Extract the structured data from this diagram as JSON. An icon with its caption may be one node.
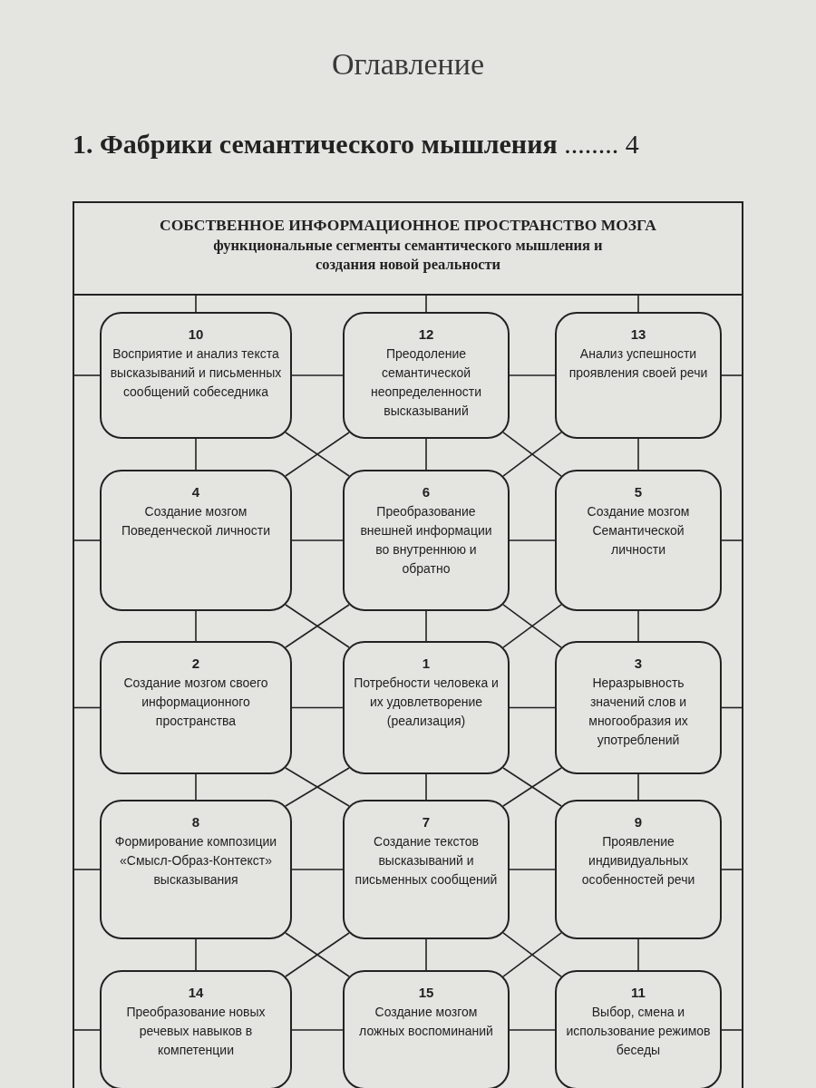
{
  "diagram": {
    "title": "Оглавление",
    "nodes": [
      {
        "text": [],
        "shape": "box"
      },
      {
        "text": [
          "СОБСТВЕННОЕ ИНФОРМАЦИОННОЕ ПРОСТРАНСТВО МОЗГА",
          "функциональные сегменты семантического мышления и создания новой реальности"
        ],
        "in": 0
      },
      {
        "text": [
          "10",
          "Восприятие и анализ текста высказываний и письменных сообщений собеседника"
        ],
        "in": 0
      },
      {
        "text": [
          "12",
          "Преодоление семантической неопределенности высказываний"
        ],
        "in": 0
      },
      {
        "text": [
          "13",
          "Анализ успешности проявления своей речи"
        ],
        "in": 0
      },
      {
        "text": [
          "4",
          "Создание мозгом Поведенческой личности"
        ],
        "in": 0
      },
      {
        "text": [
          "6",
          "Преобразование внешней информации во внутреннюю и обратно"
        ],
        "in": 0
      },
      {
        "text": [
          "5",
          "Создание мозгом Семантической личности"
        ],
        "in": 0
      },
      {
        "text": [
          "2",
          "Создание мозгом своего информационного пространства"
        ],
        "in": 0
      },
      {
        "text": [
          "1",
          "Потребности человека и их удовлетворение (реализация)"
        ],
        "in": 0
      },
      {
        "text": [
          "3",
          "Неразрывность значений слов и многообразия их употреблений"
        ],
        "in": 0
      },
      {
        "text": [
          "8",
          "Формирование композиции «Смысл-Образ-Контекст» высказывания"
        ],
        "in": 0
      },
      {
        "text": [
          "7",
          "Создание текстов высказываний и письменных сообщений"
        ],
        "in": 0
      },
      {
        "text": [
          "9",
          "Проявление индивидуальных особенностей речи"
        ],
        "in": 0
      },
      {
        "text": [
          "14",
          "Преобразование новых речевых навыков в компетенции"
        ],
        "in": 0
      },
      {
        "text": [
          "15",
          "Создание мозгом ложных воспоминаний"
        ],
        "in": 0
      },
      {
        "text": [
          "11",
          "Выбор, смена и использование режимов беседы"
        ],
        "in": 0
      }
    ],
    "edges": [
      {
        "from": 1,
        "to": 2,
        "arrow": "none"
      },
      {
        "from": 1,
        "to": 3,
        "arrow": "none"
      },
      {
        "from": 1,
        "to": 4,
        "arrow": "none"
      },
      {
        "from": 2,
        "to": 0,
        "arrow": "none"
      },
      {
        "from": 2,
        "to": 3,
        "arrow": "none"
      },
      {
        "from": 3,
        "to": 4,
        "arrow": "none"
      },
      {
        "from": 4,
        "to": 0,
        "arrow": "none"
      },
      {
        "from": 2,
        "to": 5,
        "arrow": "none"
      },
      {
        "from": 3,
        "to": 6,
        "arrow": "none"
      },
      {
        "from": 4,
        "to": 7,
        "arrow": "none"
      },
      {
        "from": 2,
        "to": 6,
        "arrow": "none"
      },
      {
        "from": 3,
        "to": 5,
        "arrow": "none"
      },
      {
        "from": 3,
        "to": 7,
        "arrow": "none"
      },
      {
        "from": 4,
        "to": 6,
        "arrow": "none"
      },
      {
        "from": 5,
        "to": 0,
        "arrow": "none"
      },
      {
        "from": 5,
        "to": 6,
        "arrow": "none"
      },
      {
        "from": 6,
        "to": 7,
        "arrow": "none"
      },
      {
        "from": 7,
        "to": 0,
        "arrow": "none"
      },
      {
        "from": 5,
        "to": 8,
        "arrow": "none"
      },
      {
        "from": 6,
        "to": 9,
        "arrow": "none"
      },
      {
        "from": 7,
        "to": 10,
        "arrow": "none"
      },
      {
        "from": 5,
        "to": 9,
        "arrow": "none"
      },
      {
        "from": 6,
        "to": 8,
        "arrow": "none"
      },
      {
        "from": 6,
        "to": 10,
        "arrow": "none"
      },
      {
        "from": 7,
        "to": 9,
        "arrow": "none"
      },
      {
        "from": 8,
        "to": 0,
        "arrow": "none"
      },
      {
        "from": 8,
        "to": 9,
        "arrow": "none"
      },
      {
        "from": 9,
        "to": 10,
        "arrow": "none"
      },
      {
        "from": 10,
        "to": 0,
        "arrow": "none"
      },
      {
        "from": 8,
        "to": 11,
        "arrow": "none"
      },
      {
        "from": 9,
        "to": 12,
        "arrow": "none"
      },
      {
        "from": 10,
        "to": 13,
        "arrow": "none"
      },
      {
        "from": 8,
        "to": 12,
        "arrow": "none"
      },
      {
        "from": 9,
        "to": 11,
        "arrow": "none"
      },
      {
        "from": 9,
        "to": 13,
        "arrow": "none"
      },
      {
        "from": 10,
        "to": 12,
        "arrow": "none"
      },
      {
        "from": 11,
        "to": 0,
        "arrow": "none"
      },
      {
        "from": 11,
        "to": 12,
        "arrow": "none"
      },
      {
        "from": 12,
        "to": 13,
        "arrow": "none"
      },
      {
        "from": 13,
        "to": 0,
        "arrow": "none"
      },
      {
        "from": 11,
        "to": 14,
        "arrow": "none"
      },
      {
        "from": 12,
        "to": 15,
        "arrow": "none"
      },
      {
        "from": 13,
        "to": 16,
        "arrow": "none"
      },
      {
        "from": 11,
        "to": 15,
        "arrow": "none"
      },
      {
        "from": 12,
        "to": 14,
        "arrow": "none"
      },
      {
        "from": 12,
        "to": 16,
        "arrow": "none"
      },
      {
        "from": 13,
        "to": 15,
        "arrow": "none"
      },
      {
        "from": 14,
        "to": 0,
        "arrow": "none"
      },
      {
        "from": 14,
        "to": 15,
        "arrow": "none"
      },
      {
        "from": 15,
        "to": 16,
        "arrow": "none"
      },
      {
        "from": 16,
        "to": 0,
        "arrow": "none"
      }
    ],
    "labels": [
      "**1. Фабрики семантического мышления** ........ 4"
    ]
  }
}
